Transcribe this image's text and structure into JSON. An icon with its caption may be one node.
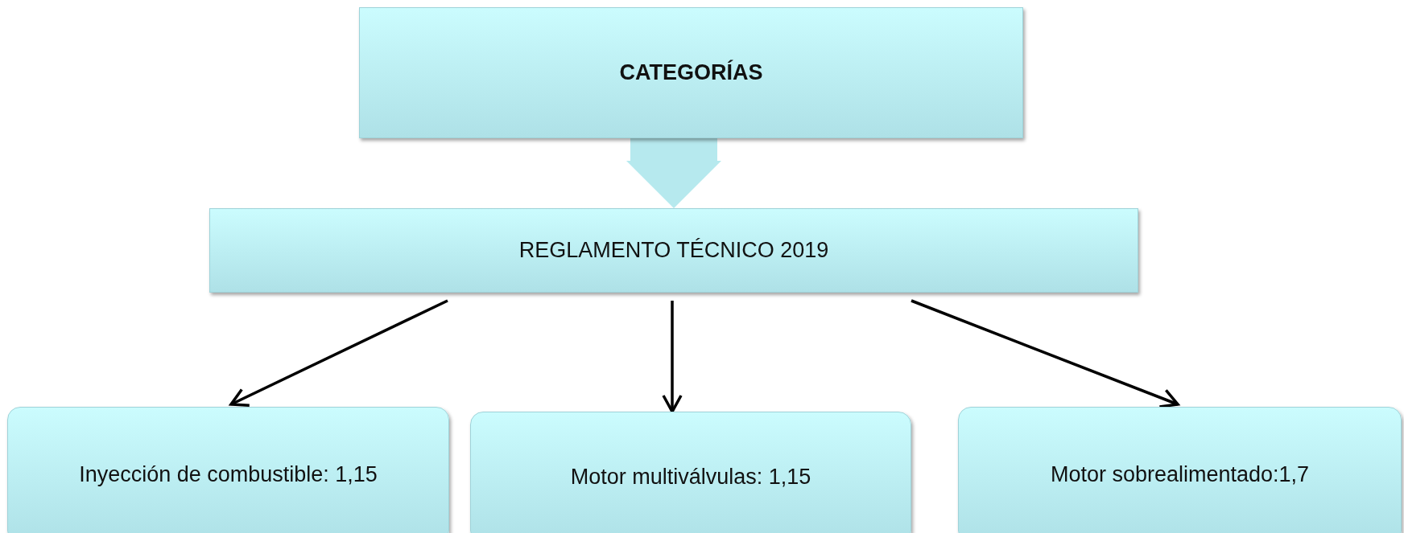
{
  "diagram": {
    "nodes": [
      {
        "text": [
          "CATEGORÍAS"
        ]
      },
      {
        "text": [
          "REGLAMENTO TÉCNICO 2019"
        ]
      },
      {
        "text": [
          "Inyección de combustible: 1,15"
        ]
      },
      {
        "text": [
          "Motor multiválvulas: 1,15"
        ]
      },
      {
        "text": [
          "Motor sobrealimentado:1,7"
        ]
      }
    ],
    "edges": [
      {
        "from": 0,
        "to": 1,
        "arrow": "to",
        "style": "thick",
        "color": "#b6e9ee"
      },
      {
        "from": 1,
        "to": 2,
        "arrow": "to"
      },
      {
        "from": 1,
        "to": 3,
        "arrow": "to"
      },
      {
        "from": 1,
        "to": 4,
        "arrow": "to"
      }
    ]
  }
}
